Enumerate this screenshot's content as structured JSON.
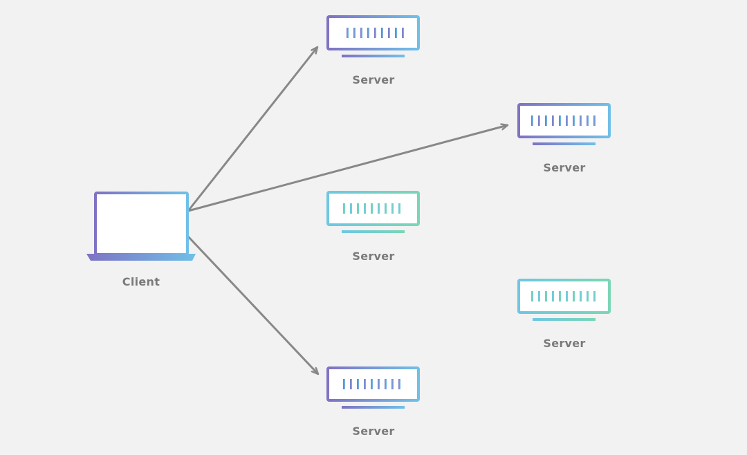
{
  "client": {
    "label": "Client"
  },
  "servers": [
    {
      "label": "Server",
      "style": "purple-blue",
      "targeted": true
    },
    {
      "label": "Server",
      "style": "purple-blue",
      "targeted": true
    },
    {
      "label": "Server",
      "style": "teal",
      "targeted": false
    },
    {
      "label": "Server",
      "style": "teal",
      "targeted": false
    },
    {
      "label": "Server",
      "style": "purple-blue",
      "targeted": true
    }
  ],
  "colors": {
    "background": "#f2f2f2",
    "arrow": "#888888",
    "label": "#7a7a7a",
    "purple": "#7f72c3",
    "blue": "#6fc0e8",
    "teal_blue": "#6ec7e3",
    "teal_green": "#7ad6b4"
  }
}
